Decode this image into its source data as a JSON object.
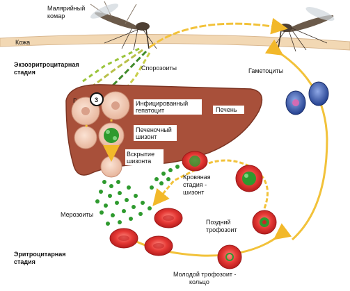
{
  "labels": {
    "mosquito_line1": "Малярийный",
    "mosquito_line2": "комар",
    "skin": "Кожа",
    "exo_line1": "Экзоэритроцитарная",
    "exo_line2": "стадия",
    "sporozoites": "Спорозоиты",
    "gametocytes": "Гаметоциты",
    "hypnozoites": "Гипнозоиты",
    "marker_3": "3",
    "infected_line1": "Инфицированный",
    "infected_line2": "гепатоцит",
    "liver": "Печень",
    "liver_schizont_line1": "Печеночный",
    "liver_schizont_line2": "шизонт",
    "rupture_line1": "Вскрытие",
    "rupture_line2": "шизонта",
    "blood_line1": "Кровяная",
    "blood_line2": "стадия -",
    "blood_line3": "шизонт",
    "merozoites": "Мерозоиты",
    "late_line1": "Поздний",
    "late_line2": "трофозоит",
    "ery_line1": "Эритроцитарная",
    "ery_line2": "стадия",
    "young_line1": "Молодой трофозоит -",
    "young_line2": "кольцо"
  },
  "colors": {
    "skin": "#f2d8b4",
    "liver": "#a8503a",
    "arrow": "#f2c23a",
    "rbc": "#d42a2a",
    "parasite": "#2e9a2e",
    "gametocyte": "#2b4fa0"
  }
}
